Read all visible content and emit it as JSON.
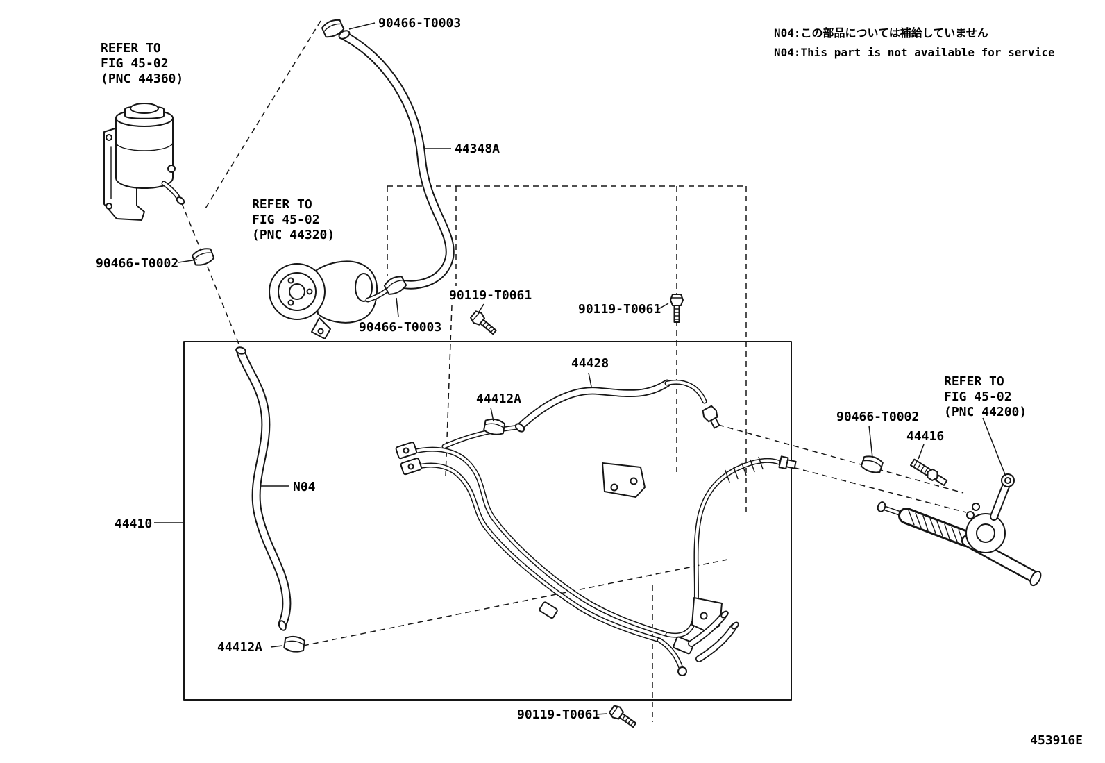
{
  "diagram": {
    "code": "453916E",
    "notes": [
      "N04:この部品については補給していません",
      "N04:This part is not available for service"
    ]
  },
  "callouts": {
    "clamp_top": "90466-T0003",
    "hose_pressure_feed": "44348A",
    "clamp_reservoir": "90466-T0002",
    "clamp_pump": "90466-T0003",
    "bolt_left": "90119-T0061",
    "bolt_right": "90119-T0061",
    "bolt_bottom": "90119-T0061",
    "tube_return": "44428",
    "clamp_tube_upper": "44412A",
    "clamp_tube_lower": "44412A",
    "hose_not_serviced": "N04",
    "tube_assembly": "44410",
    "clamp_gear": "90466-T0002",
    "union": "44416"
  },
  "references": {
    "reservoir": [
      "REFER TO",
      "FIG 45-02",
      "(PNC 44360)"
    ],
    "pump": [
      "REFER TO",
      "FIG 45-02",
      "(PNC 44320)"
    ],
    "steering_gear": [
      "REFER TO",
      "FIG 45-02",
      "(PNC 44200)"
    ]
  }
}
